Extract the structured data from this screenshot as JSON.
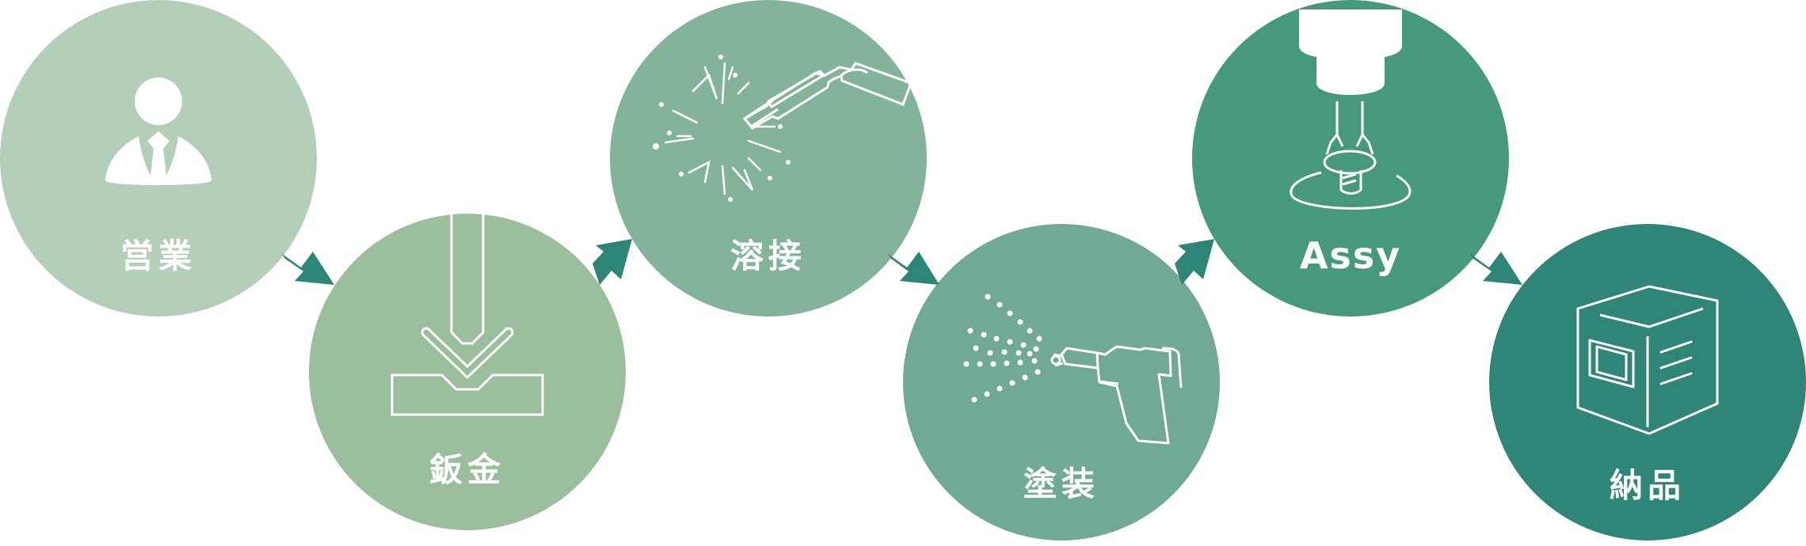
{
  "colors": {
    "step1": "#b3cfb9",
    "step2": "#9bbe9c",
    "step3": "#84b39c",
    "step4": "#70a994",
    "step5": "#46997d",
    "step6": "#2f8576",
    "arrow": "#2d8576",
    "icon": "#ffffff"
  },
  "steps": [
    {
      "label": "営業",
      "icon": "salesperson-icon"
    },
    {
      "label": "鈑金",
      "icon": "press-brake-icon"
    },
    {
      "label": "溶接",
      "icon": "welding-torch-icon"
    },
    {
      "label": "塗装",
      "icon": "spray-gun-icon"
    },
    {
      "label": "Assy",
      "icon": "screwdriver-icon"
    },
    {
      "label": "納品",
      "icon": "delivery-box-icon"
    }
  ]
}
